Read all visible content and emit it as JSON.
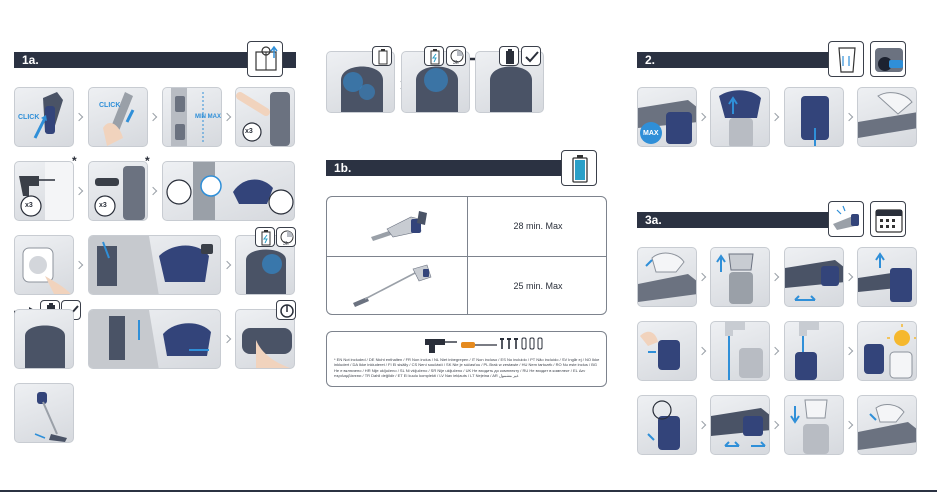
{
  "sections": {
    "s1a": {
      "label": "1a."
    },
    "s1b": {
      "label": "1b."
    },
    "s2": {
      "label": "2."
    },
    "s3a": {
      "label": "3a."
    }
  },
  "labels": {
    "click1": "CLICK",
    "click2": "CLICK",
    "min_max": "MIN MAX",
    "x3_a": "x3",
    "x3_b": "x3",
    "x3_c": "x3",
    "max": "MAX",
    "hour_a": "3h",
    "hour_b": "3h",
    "star_a": "*",
    "star_b": "*"
  },
  "runtime_table": {
    "rows": [
      {
        "value": "28 min. Max"
      },
      {
        "value": "25 min. Max"
      }
    ]
  },
  "tools": {
    "note": "* EN Not included / DE Nicht enthalten / FR Non inclus / NL Niet inbegrepen / IT Non incluso / ES No incluido / PT Não incluído / SV Ingår ej / NO Ikke inkludert / DA Ikke inkluderet / FI Ei sisälly / CS Není součástí / SK Nie je súčasťou / PL Brak w zestawie / HU Nem tartozék / RO Nu este inclus / BG Не е включено / HR Nije uključeno / SL Ni vključeno / SR Nije uključeno / UK Не входить до комплекту / RU Не входит в комплект / EL Δεν περιλαμβάνεται / TR Dahil değildir / ET Ei kuulu komplekti / LV Nav iekļauts / LT Neįeina / AR غير مشمول"
  },
  "colors": {
    "header_bar": "#2b3242",
    "accent_blue": "#2f8fd8",
    "product_blue": "#33447a",
    "battery_green": "#2aa0c8"
  }
}
